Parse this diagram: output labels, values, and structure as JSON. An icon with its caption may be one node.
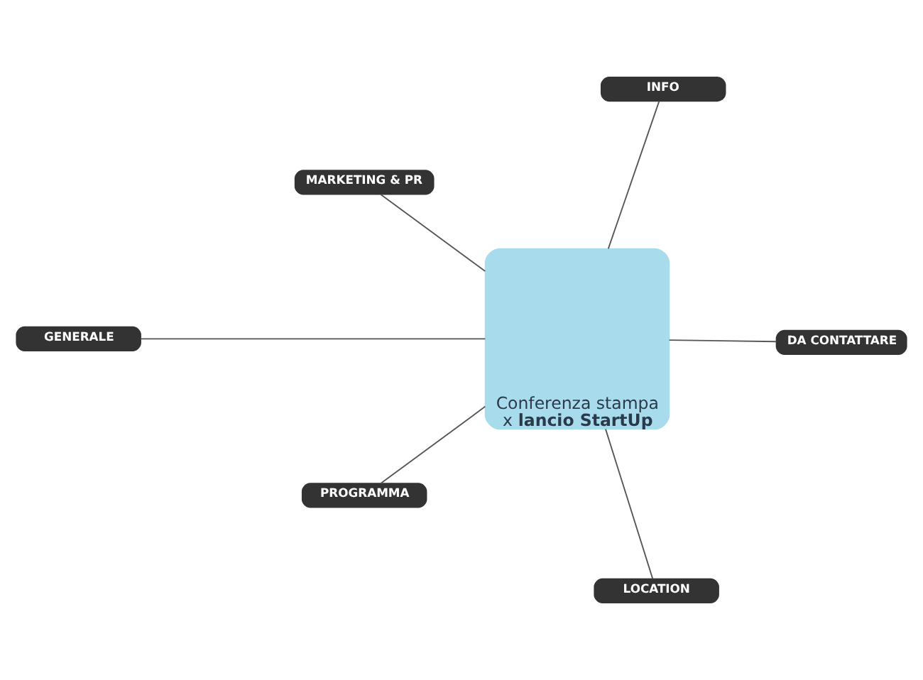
{
  "diagram": {
    "nodes": [
      {
        "text": [
          "MARKETING & PR"
        ]
      },
      {
        "text": [
          "INFO"
        ]
      },
      {
        "text": [
          "Conferenza stampa x **lancio StartUp**"
        ]
      },
      {
        "text": [
          "GENERALE"
        ]
      },
      {
        "text": [
          "DA CONTATTARE"
        ]
      },
      {
        "text": [
          "PROGRAMMA"
        ]
      },
      {
        "text": [
          "LOCATION"
        ]
      }
    ],
    "edges": [
      {
        "from": 2,
        "to": 0,
        "arrow": "none"
      },
      {
        "from": 2,
        "to": 1,
        "arrow": "none"
      },
      {
        "from": 2,
        "to": 3,
        "arrow": "none"
      },
      {
        "from": 2,
        "to": 4,
        "arrow": "none"
      },
      {
        "from": 2,
        "to": 5,
        "arrow": "none"
      },
      {
        "from": 2,
        "to": 6,
        "arrow": "none"
      }
    ]
  }
}
